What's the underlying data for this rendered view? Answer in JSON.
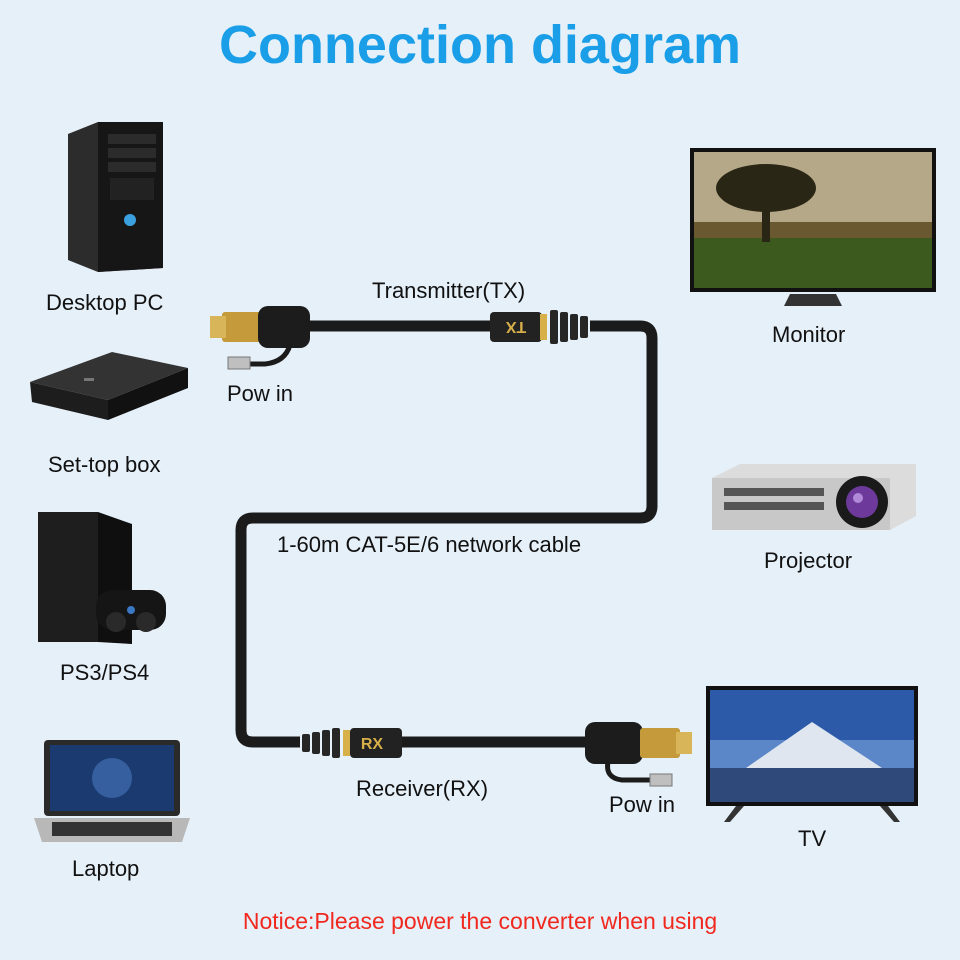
{
  "title": "Connection diagram",
  "sources": [
    {
      "label": "Desktop PC",
      "icon": "desktop-pc-icon"
    },
    {
      "label": "Set-top box",
      "icon": "set-top-box-icon"
    },
    {
      "label": "PS3/PS4",
      "icon": "game-console-icon"
    },
    {
      "label": "Laptop",
      "icon": "laptop-icon"
    }
  ],
  "displays": [
    {
      "label": "Monitor",
      "icon": "monitor-icon"
    },
    {
      "label": "Projector",
      "icon": "projector-icon"
    },
    {
      "label": "TV",
      "icon": "tv-icon"
    }
  ],
  "transmitter": {
    "label": "Transmitter(TX)",
    "plug_text": "TX",
    "power_label": "Pow in"
  },
  "receiver": {
    "label": "Receiver(RX)",
    "plug_text": "RX",
    "power_label": "Pow in"
  },
  "cable": {
    "label": "1-60m CAT-5E/6 network cable"
  },
  "notice": "Notice:Please power the converter when using",
  "colors": {
    "title": "#1a9ee8",
    "notice": "#f0281e",
    "background": "#e6f0f9"
  }
}
